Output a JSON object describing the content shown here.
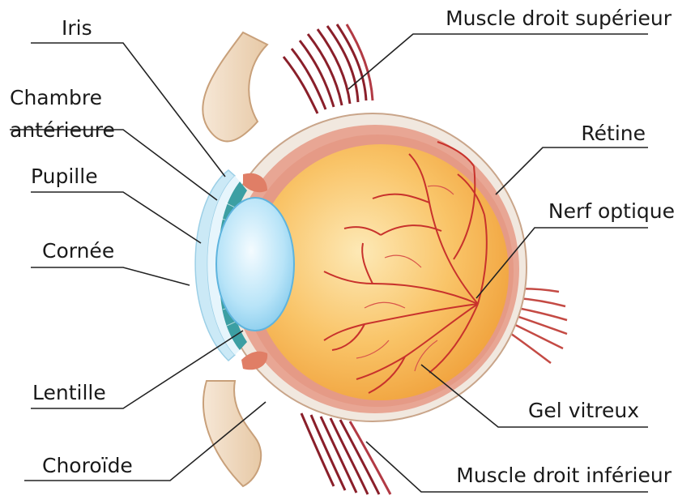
{
  "labels": {
    "iris": "Iris",
    "chambre_line1": "Chambre",
    "chambre_line2": "antérieure",
    "pupille": "Pupille",
    "cornee": "Cornée",
    "lentille": "Lentille",
    "choroide": "Choroïde",
    "muscle_sup": "Muscle droit supérieur",
    "retine": "Rétine",
    "nerf": "Nerf optique",
    "gel": "Gel vitreux",
    "muscle_inf": "Muscle droit inférieur"
  },
  "colors": {
    "vitreous": "#f7b04a",
    "vitreous_light": "#fce7b8",
    "retina": "#e59a86",
    "sclera": "#f1e8df",
    "lens": "#8fd3f2",
    "cornea": "#cbe9f6",
    "iris": "#3c9fa3",
    "muscle": "#8a1f2a",
    "vessels": "#c8322c",
    "skin": "#c8a07a",
    "leader": "#222222"
  }
}
